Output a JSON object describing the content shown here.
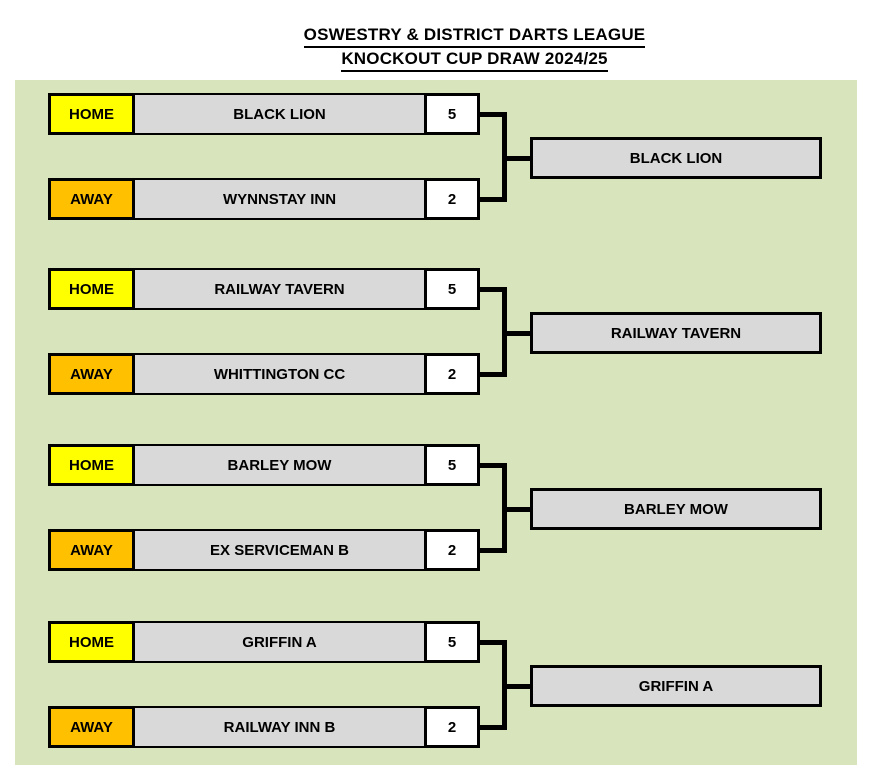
{
  "title": {
    "line1": "OSWESTRY & DISTRICT DARTS LEAGUE",
    "line2": "KNOCKOUT CUP DRAW 2024/25"
  },
  "labels": {
    "home": "HOME",
    "away": "AWAY"
  },
  "colors": {
    "home_label_bg": "#FFFF00",
    "away_label_bg": "#FFC000",
    "panel_bg": "#D7E4BC",
    "team_box_bg": "#D9D9D9",
    "score_box_bg": "#FFFFFF",
    "line_color": "#000000",
    "text_color": "#000000"
  },
  "matches": [
    {
      "home_team": "BLACK LION",
      "home_score": "5",
      "away_team": "WYNNSTAY INN",
      "away_score": "2",
      "winner": "BLACK LION"
    },
    {
      "home_team": "RAILWAY TAVERN",
      "home_score": "5",
      "away_team": "WHITTINGTON CC",
      "away_score": "2",
      "winner": "RAILWAY TAVERN"
    },
    {
      "home_team": "BARLEY MOW",
      "home_score": "5",
      "away_team": "EX SERVICEMAN B",
      "away_score": "2",
      "winner": "BARLEY MOW"
    },
    {
      "home_team": "GRIFFIN A",
      "home_score": "5",
      "away_team": "RAILWAY INN B",
      "away_score": "2",
      "winner": "GRIFFIN A"
    }
  ]
}
